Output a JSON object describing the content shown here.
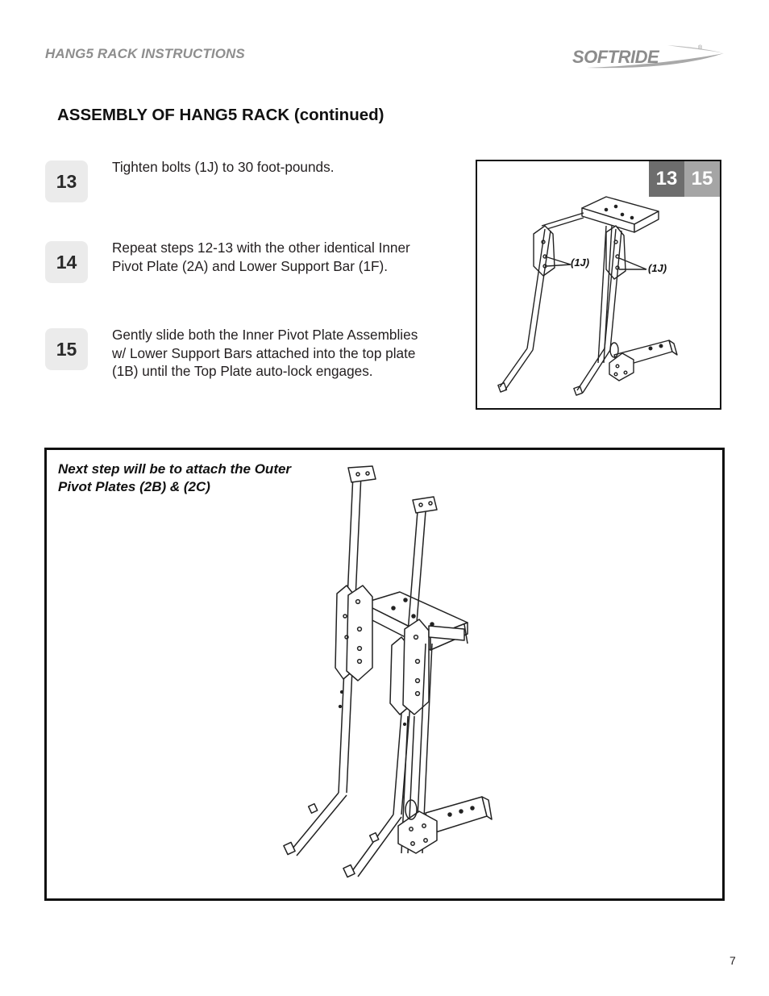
{
  "header": {
    "title": "HANG5 RACK INSTRUCTIONS",
    "logo_text": "SOFTRIDE",
    "logo_reg": "®"
  },
  "section_title": "ASSEMBLY OF HANG5 RACK (continued)",
  "steps": [
    {
      "number": "13",
      "text": "Tighten bolts (1J) to 30 foot-pounds."
    },
    {
      "number": "14",
      "text": "Repeat steps 12-13 with the other identical Inner Pivot Plate (2A) and Lower Support Bar (1F)."
    },
    {
      "number": "15",
      "text": "Gently slide both the Inner Pivot Plate Assemblies w/ Lower Support Bars attached into the top plate (1B) until the Top Plate auto-lock engages."
    }
  ],
  "figure_steps": {
    "tags": [
      "13",
      "15"
    ],
    "callouts": [
      "(1J)",
      "(1J)"
    ]
  },
  "next_step_note": "Next step will be to attach the Outer Pivot Plates (2B) & (2C)",
  "page_number": "7",
  "colors": {
    "header_gray": "#8e8e8e",
    "step_badge_bg": "#ebebeb",
    "tag_dark": "#6d6d6d",
    "tag_light": "#a5a5a5"
  }
}
